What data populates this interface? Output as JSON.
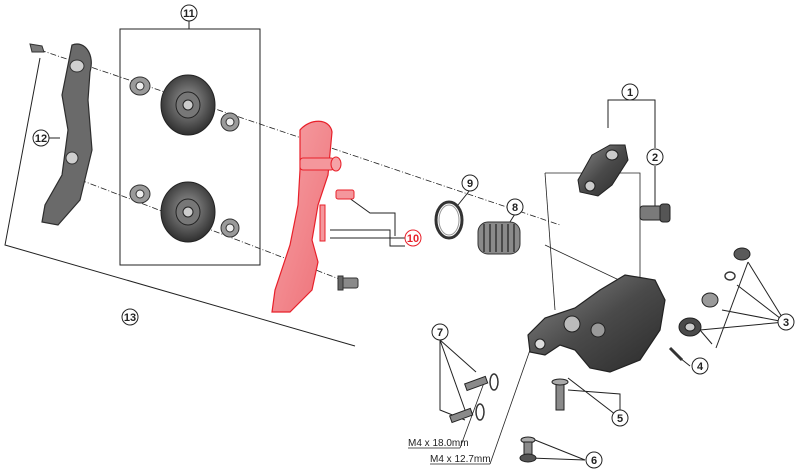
{
  "diagram": {
    "callouts": [
      {
        "id": "c1",
        "label": "1",
        "highlight": false
      },
      {
        "id": "c2",
        "label": "2",
        "highlight": false
      },
      {
        "id": "c3",
        "label": "3",
        "highlight": false
      },
      {
        "id": "c4",
        "label": "4",
        "highlight": false
      },
      {
        "id": "c5",
        "label": "5",
        "highlight": false
      },
      {
        "id": "c6",
        "label": "6",
        "highlight": false
      },
      {
        "id": "c7",
        "label": "7",
        "highlight": false
      },
      {
        "id": "c8",
        "label": "8",
        "highlight": false
      },
      {
        "id": "c9",
        "label": "9",
        "highlight": false
      },
      {
        "id": "c10",
        "label": "10",
        "highlight": true
      },
      {
        "id": "c11",
        "label": "11",
        "highlight": false
      },
      {
        "id": "c12",
        "label": "12",
        "highlight": false
      },
      {
        "id": "c13",
        "label": "13",
        "highlight": false
      }
    ],
    "dimensions": {
      "screw_a": "M4 x 18.0mm",
      "screw_b": "M4 x 12.7mm"
    },
    "colors": {
      "highlight": "#e8202a",
      "highlight_fill": "#f08a8f",
      "part_dark": "#4a4a4a",
      "part_mid": "#7a7a7a",
      "line": "#222222"
    }
  }
}
